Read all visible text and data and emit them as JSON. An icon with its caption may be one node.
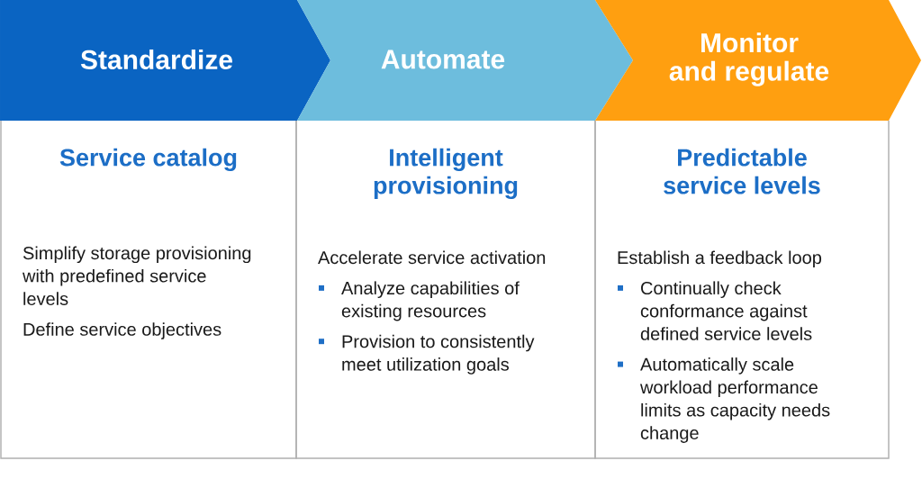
{
  "diagram": {
    "nodes": [
      {
        "text": [
          "Standardize"
        ]
      },
      {
        "text": [
          "Automate"
        ]
      },
      {
        "text": [
          "Monitor and regulate"
        ]
      },
      {
        "text": [
          "Service catalog",
          "Simplify storage provisioning with predefined service levels",
          "Define service objectives"
        ]
      },
      {
        "text": [
          "Intelligent provisioning",
          "Accelerate service activation",
          "Analyze capabilities of existing resources",
          "Provision to consistently meet utilization goals"
        ]
      },
      {
        "text": [
          "Predictable service levels",
          "Establish a feedback loop",
          "Continually check conformance against defined service levels",
          "Automatically scale workload performance limits as capacity needs change"
        ]
      }
    ]
  }
}
